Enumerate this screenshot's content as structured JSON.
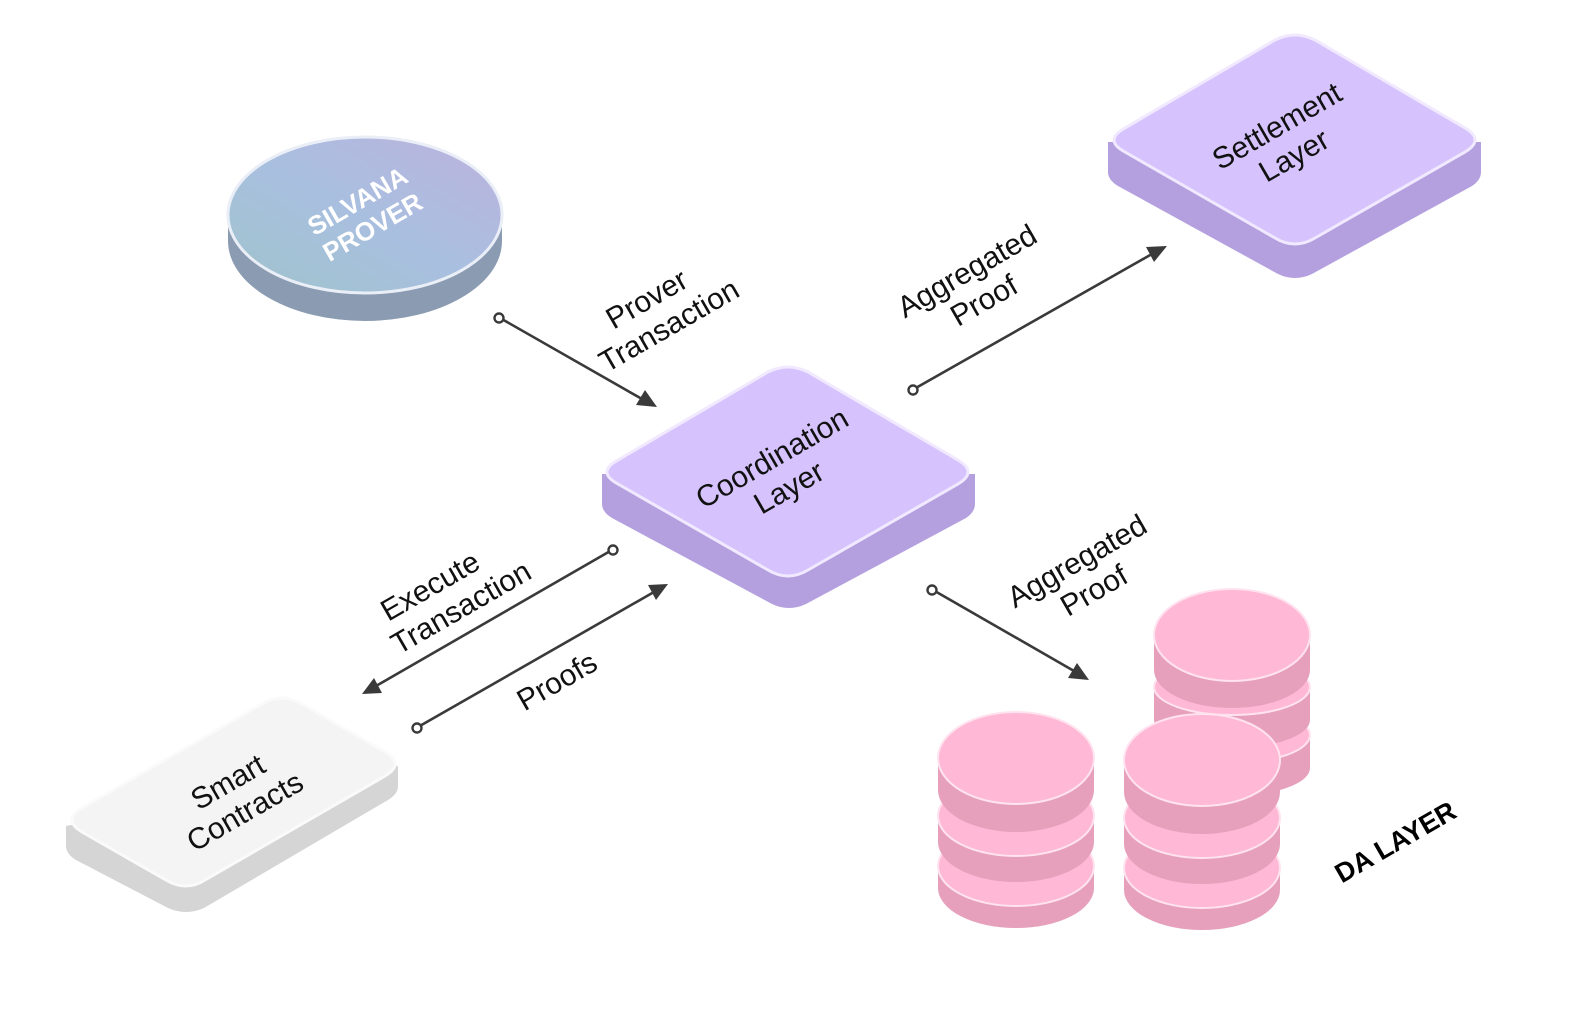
{
  "nodes": {
    "prover": {
      "line1": "SILVANA",
      "line2": "PROVER"
    },
    "coordination": {
      "line1": "Coordination",
      "line2": "Layer"
    },
    "settlement": {
      "line1": "Settlement",
      "line2": "Layer"
    },
    "smart_contracts": {
      "line1": "Smart",
      "line2": "Contracts"
    },
    "da_layer": {
      "label": "DA LAYER"
    }
  },
  "edges": {
    "prover_tx": {
      "line1": "Prover",
      "line2": "Transaction",
      "from": "prover",
      "to": "coordination"
    },
    "agg_settlement": {
      "line1": "Aggregated",
      "line2": "Proof",
      "from": "coordination",
      "to": "settlement"
    },
    "execute_tx": {
      "line1": "Execute",
      "line2": "Transaction",
      "from": "coordination",
      "to": "smart_contracts"
    },
    "proofs": {
      "label": "Proofs",
      "from": "smart_contracts",
      "to": "coordination"
    },
    "agg_da": {
      "line1": "Aggregated",
      "line2": "Proof",
      "from": "coordination",
      "to": "da_layer"
    }
  },
  "colors": {
    "layer_top": "#d6c2fc",
    "layer_side": "#b4a0df",
    "contracts_top": "#f4f4f4",
    "contracts_side": "#d5d5d5",
    "prover_side": "#8a9bb2",
    "db_top": "#ffb8d6",
    "db_side": "#e6a0bc",
    "connector": "#3a3a3a"
  }
}
